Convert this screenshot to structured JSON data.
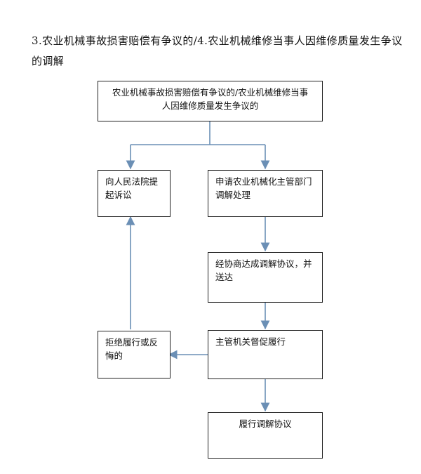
{
  "heading": "3.农业机械事故损害赔偿有争议的/4.农业机械维修当事人因维修质量发生争议的调解",
  "colors": {
    "connector": "#6b8fb5",
    "border": "#222222"
  },
  "nodes": {
    "dispute": "农业机械事故损害赔偿有争议的/农业机械维修当事人因维修质量发生争议的",
    "lawsuit": "向人民法院提起诉讼",
    "apply": "申请农业机械化主管部门调解处理",
    "agreement": "经协商达成调解协议，并送达",
    "supervise": "主管机关督促履行",
    "refuse": "拒绝履行或反悔的",
    "perform": "履行调解协议"
  }
}
